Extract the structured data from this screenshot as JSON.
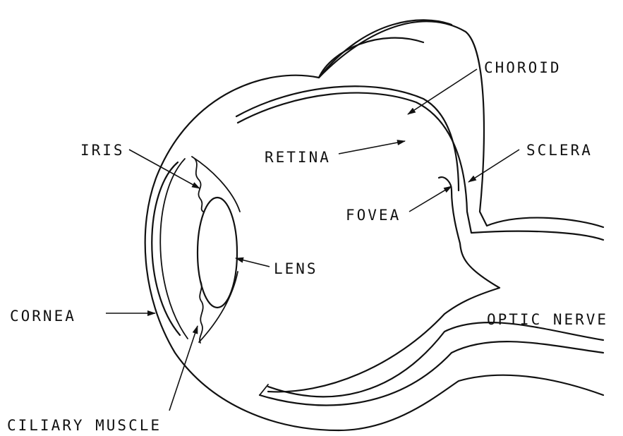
{
  "labels": {
    "choroid": "CHOROID",
    "sclera": "SCLERA",
    "iris": "IRIS",
    "retina": "RETINA",
    "fovea": "FOVEA",
    "lens": "LENS",
    "cornea": "CORNEA",
    "optic_nerve": "OPTIC NERVE",
    "ciliary_muscle": "CILIARY MUSCLE"
  },
  "colors": {
    "line": "#111111",
    "background": "#ffffff"
  }
}
